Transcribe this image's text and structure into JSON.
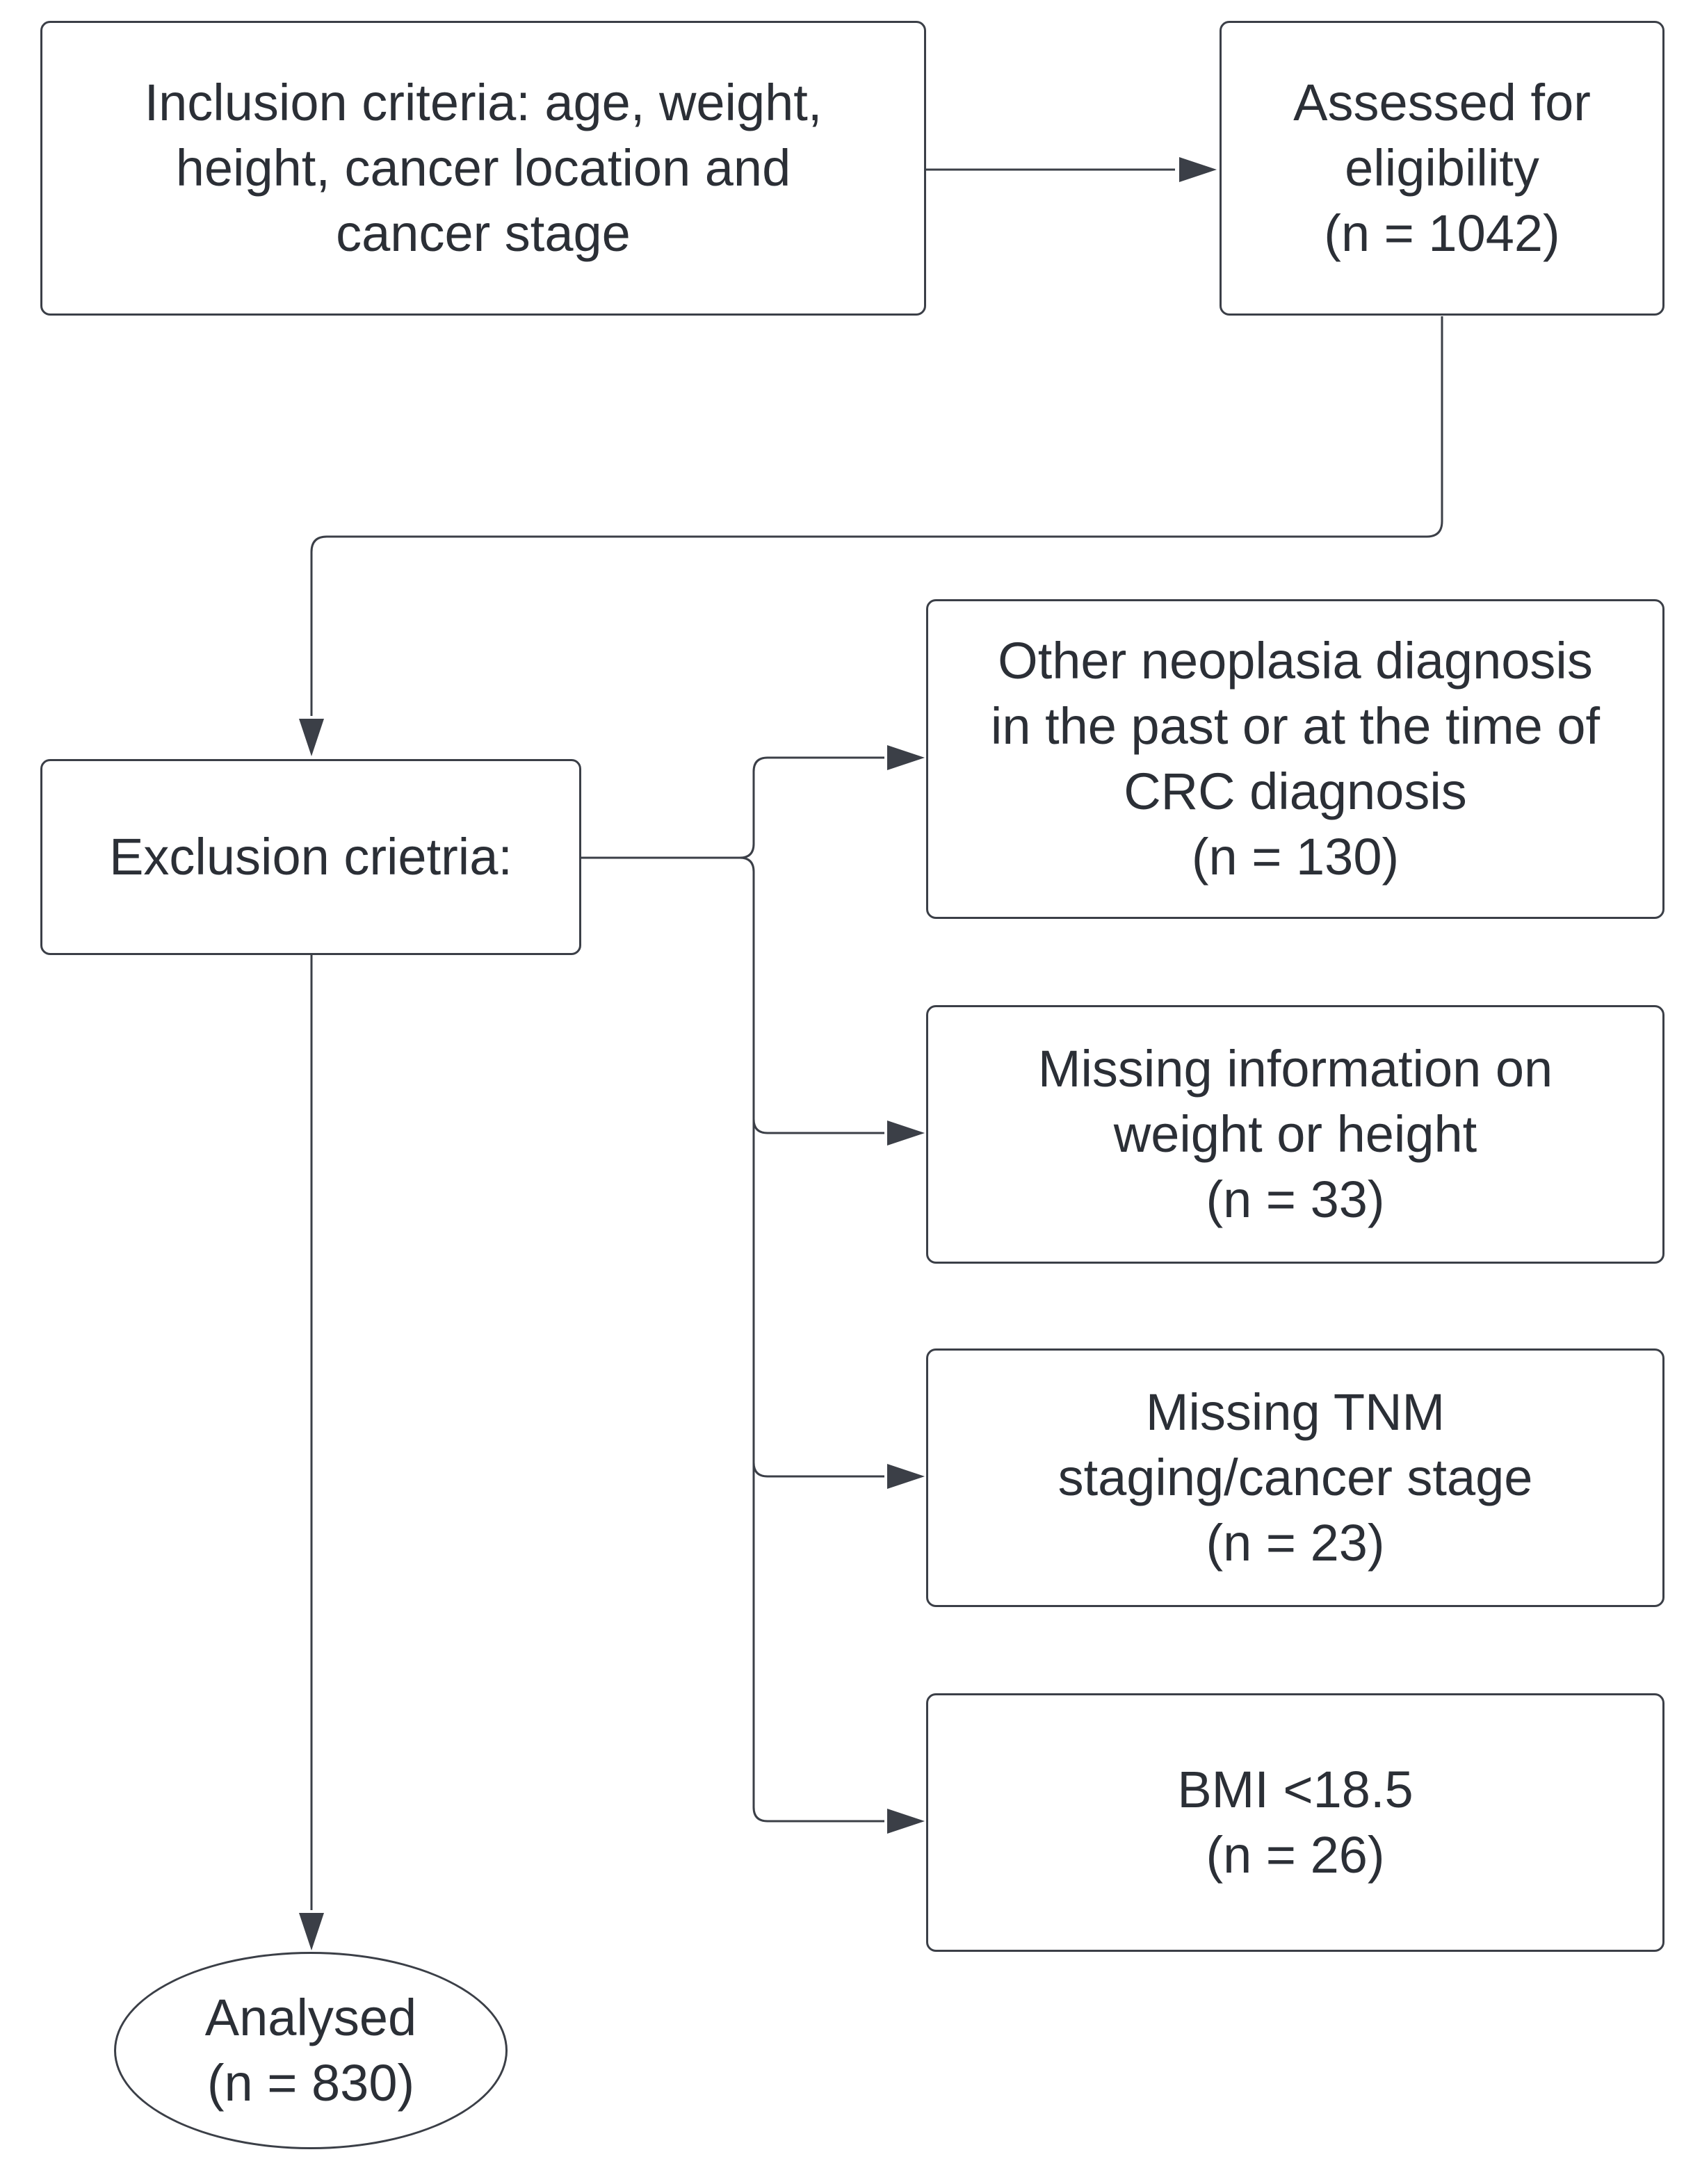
{
  "diagram": {
    "type": "flowchart",
    "nodes": {
      "inclusion": {
        "lines": [
          "Inclusion criteria: age, weight,",
          "height, cancer location and",
          "cancer stage"
        ]
      },
      "assessed": {
        "lines": [
          "Assessed for",
          "eligibility",
          "(n = 1042)"
        ]
      },
      "exclusion": {
        "lines": [
          "Exclusion crietria:"
        ]
      },
      "other_neoplasia": {
        "lines": [
          "Other neoplasia diagnosis",
          "in the past or at the time of",
          "CRC diagnosis",
          "(n = 130)"
        ]
      },
      "missing_weight": {
        "lines": [
          "Missing information on",
          "weight or height",
          "(n = 33)"
        ]
      },
      "missing_tnm": {
        "lines": [
          "Missing TNM",
          "staging/cancer stage",
          "(n = 23)"
        ]
      },
      "bmi": {
        "lines": [
          "BMI <18.5",
          "(n = 26)"
        ]
      },
      "analysed": {
        "lines": [
          "Analysed",
          "(n = 830)"
        ]
      }
    },
    "edges": [
      {
        "from": "inclusion",
        "to": "assessed"
      },
      {
        "from": "assessed",
        "to": "exclusion"
      },
      {
        "from": "exclusion",
        "to": "other_neoplasia"
      },
      {
        "from": "exclusion",
        "to": "missing_weight"
      },
      {
        "from": "exclusion",
        "to": "missing_tnm"
      },
      {
        "from": "exclusion",
        "to": "bmi"
      },
      {
        "from": "exclusion",
        "to": "analysed"
      }
    ],
    "colors": {
      "stroke": "#3b3f47",
      "text": "#2b2f36",
      "background": "#ffffff"
    }
  }
}
